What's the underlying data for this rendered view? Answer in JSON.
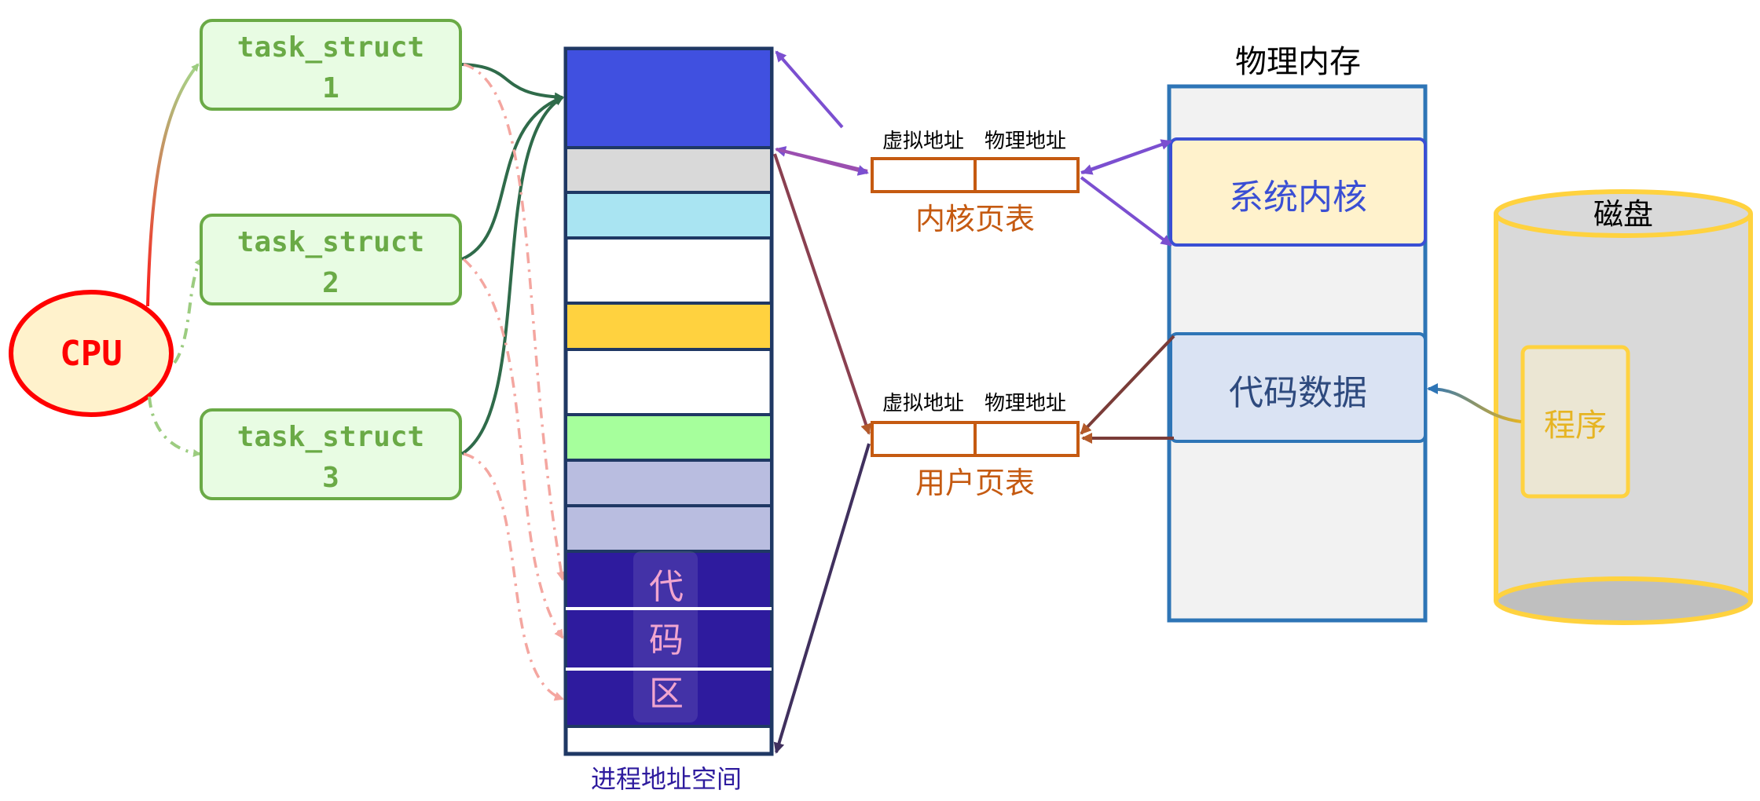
{
  "cpu": {
    "label": "CPU"
  },
  "tasks": [
    {
      "line1": "task_struct",
      "line2": "1"
    },
    {
      "line1": "task_struct",
      "line2": "2"
    },
    {
      "line1": "task_struct",
      "line2": "3"
    }
  ],
  "address_space": {
    "title": "进程地址空间",
    "code_chars": [
      "代",
      "码",
      "区"
    ]
  },
  "kernel_page_table": {
    "col1": "虚拟地址",
    "col2": "物理地址",
    "title": "内核页表"
  },
  "user_page_table": {
    "col1": "虚拟地址",
    "col2": "物理地址",
    "title": "用户页表"
  },
  "physical_memory": {
    "title": "物理内存",
    "kernel_block": "系统内核",
    "code_block": "代码数据"
  },
  "disk": {
    "title": "磁盘",
    "program": "程序"
  },
  "colors": {
    "cpu": "#ff0000",
    "task_border": "#6aaa46",
    "task_fill": "#e8fce3",
    "table_border": "#c55a11",
    "memory_border": "#2e75b6",
    "disk_border": "#ffd23f",
    "blue_segment": "#4050e0",
    "code_segment": "#2e1b9e"
  }
}
